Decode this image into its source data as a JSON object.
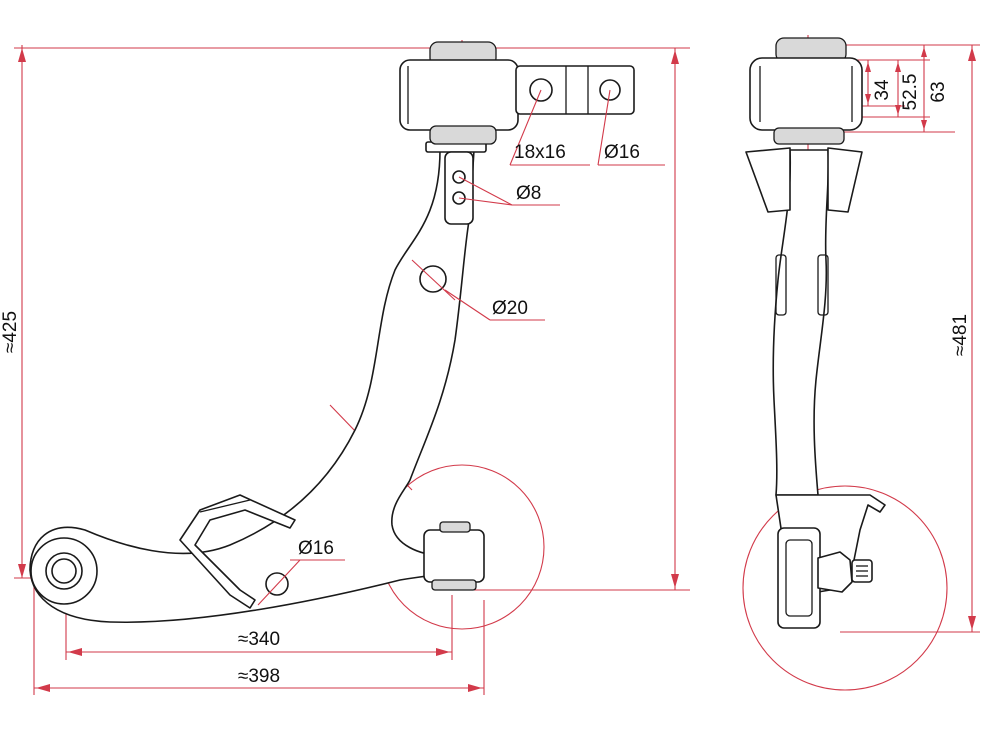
{
  "drawing": {
    "dimensions": {
      "front_height": "≈425",
      "span_inner": "≈340",
      "span_outer": "≈398",
      "side_height": "≈481",
      "bushing_34": "34",
      "bushing_52_5": "52.5",
      "bushing_63": "63"
    },
    "callouts": {
      "slot": "18x16",
      "bracket_hole": "Ø16",
      "small_holes": "Ø8",
      "mid_hole": "Ø20",
      "lower_hole": "Ø16"
    }
  },
  "colors": {
    "dimension_lines": "#d23a4a",
    "outline": "#1a1a1a",
    "background": "#ffffff"
  }
}
